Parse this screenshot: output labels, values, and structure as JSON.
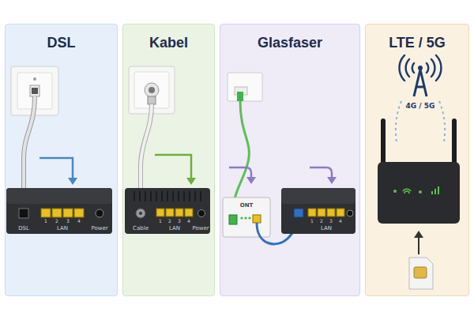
{
  "diagram": {
    "nodes": [
      {
        "text": [
          "DSL"
        ]
      },
      {
        "text": [
          "Kabel"
        ]
      },
      {
        "text": [
          "Glasfaser"
        ]
      },
      {
        "text": [
          "LTE / 5G"
        ]
      }
    ],
    "labels": [
      "DSL",
      "1",
      "2",
      "3",
      "4",
      "LAN",
      "Power",
      "Cable",
      "1",
      "2",
      "3",
      "4",
      "LAN",
      "Power",
      "ONT",
      "1",
      "2",
      "3",
      "4",
      "LAN",
      "4G / 5G"
    ]
  }
}
